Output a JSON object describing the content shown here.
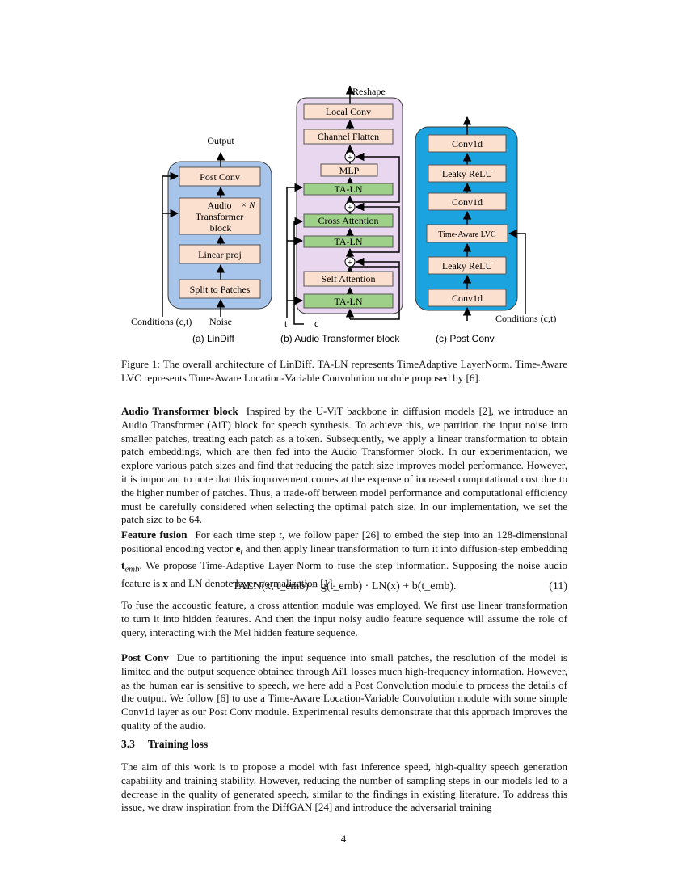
{
  "figure": {
    "lindiff": {
      "output_label": "Output",
      "blocks": [
        "Post Conv",
        "Audio Transformer block",
        "Linear proj",
        "Split to Patches"
      ],
      "repeat_label": "× N",
      "conditions_label": "Conditions (c,t)",
      "noise_label": "Noise",
      "panel_caption": "(a) LinDiff",
      "color": "#a7c4ea"
    },
    "audio_transformer": {
      "reshape_label": "Reshape",
      "blocks": [
        "Local Conv",
        "Channel Flatten",
        "MLP",
        "TA-LN",
        "Cross Attention",
        "TA-LN",
        "Self Attention",
        "TA-LN"
      ],
      "plus_symbol": "+",
      "t_label": "t",
      "c_label": "c",
      "panel_caption": "(b) Audio Transformer block",
      "color": "#e9d7ef",
      "green": "#9fd08a"
    },
    "post_conv": {
      "blocks": [
        "Conv1d",
        "Leaky ReLU",
        "Conv1d",
        "Time-Aware LVC",
        "Leaky ReLU",
        "Conv1d"
      ],
      "conditions_label": "Conditions (c,t)",
      "panel_caption": "(c) Post Conv",
      "color": "#1aa3df"
    },
    "block_fill": "#fbe0cf"
  },
  "caption": "Figure 1: The overall architecture of LinDiff. TA-LN represents TimeAdaptive LayerNorm. Time-Aware LVC represents Time-Aware Location-Variable Convolution module proposed by [6].",
  "paragraphs": {
    "audio_transformer": {
      "title": "Audio Transformer block",
      "text": "Inspired by the U-ViT backbone in diffusion models [2], we introduce an Audio Transformer (AiT) block for speech synthesis. To achieve this, we partition the input noise into smaller patches, treating each patch as a token. Subsequently, we apply a linear transformation to obtain patch embeddings, which are then fed into the Audio Transformer block. In our experimentation, we explore various patch sizes and find that reducing the patch size improves model performance. However, it is important to note that this improvement comes at the expense of increased computational cost due to the higher number of patches. Thus, a trade-off between model performance and computational efficiency must be carefully considered when selecting the optimal patch size. In our implementation, we set the patch size to be 64."
    },
    "feature_fusion": {
      "title": "Feature fusion",
      "text1": "For each time step ",
      "t_var": "t",
      "text2": ", we follow paper [26] to embed the step into an 128-dimensional positional encoding vector ",
      "e_var": "e",
      "e_sub": "t",
      "text3": " and then apply linear transformation to turn it into diffusion-step embedding ",
      "temb_var": "t",
      "temb_sub": "emb",
      "text4": ". We propose Time-Adaptive Layer Norm to fuse the step information. Supposing the noise audio feature is ",
      "x_var": "x",
      "text5": " and LN denote layer normalization [1]."
    },
    "equation": "TALN(x, t_emb) = g(t_emb) · LN(x) + b(t_emb).",
    "equation_number": "(11)",
    "cross_attention": "To fuse the accoustic feature, a cross attention module was employed. We first use linear transformation to turn it into hidden features. And then the input noisy audio feature sequence will assume the role of query, interacting with the Mel hidden feature sequence.",
    "post_conv": {
      "title": "Post Conv",
      "text": "Due to partitioning the input sequence into small patches, the resolution of the model is limited and the output sequence obtained through AiT losses much high-frequency information. However, as the human ear is sensitive to speech, we here add a Post Convolution module to process the details of the output. We follow [6] to use a Time-Aware Location-Variable Convolution module with some simple Conv1d layer as our Post Conv module. Experimental results demonstrate that this approach improves the quality of the audio."
    }
  },
  "section": {
    "number": "3.3",
    "title": "Training loss"
  },
  "training_loss_text": "The aim of this work is to propose a model with fast inference speed, high-quality speech generation capability and training stability. However, reducing the number of sampling steps in our models led to a decrease in the quality of generated speech, similar to the findings in existing literature. To address this issue, we draw inspiration from the DiffGAN [24] and introduce the adversarial training",
  "page_number": "4"
}
